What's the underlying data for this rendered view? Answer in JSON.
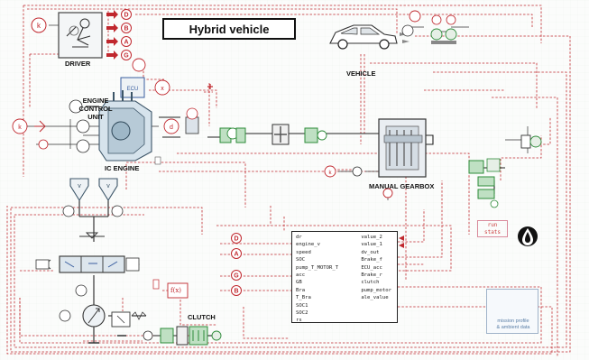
{
  "title": "Hybrid vehicle",
  "labels": {
    "driver": "DRIVER",
    "vehicle": "VEHICLE",
    "ecu": [
      "ENGINE",
      "CONTROL",
      "UNIT"
    ],
    "engine": "IC ENGINE",
    "gearbox": "MANUAL GEARBOX",
    "clutch": "CLUTCH"
  },
  "driver_ports": [
    "D",
    "B",
    "A",
    "G"
  ],
  "interface_block": {
    "inputs": [
      "dr",
      "engine_v",
      "speed",
      "SOC",
      "pump_T_MOTOR_T",
      "acc",
      "GB",
      "Bra",
      "T_Bra",
      "SOC1",
      "SOC2",
      "rs"
    ],
    "outputs": [
      "value_2",
      "value_1",
      "dv_out",
      "Brake_f",
      "ECU_acc",
      "Brake_r",
      "clutch",
      "pump_motor",
      "ale_value"
    ],
    "left_port_tags": [
      "D",
      "A",
      "G",
      "B"
    ]
  },
  "run_stats": [
    "run",
    "stats"
  ],
  "mission_caption": [
    "mission profile",
    "& ambient data"
  ],
  "function_block": "f(x)",
  "colors": {
    "wire": "#c0282e",
    "block_green": "#2e8b3a",
    "block_gray": "#7d8a96",
    "port_red": "#c0282e",
    "signal_blue": "#3a5fa0"
  }
}
